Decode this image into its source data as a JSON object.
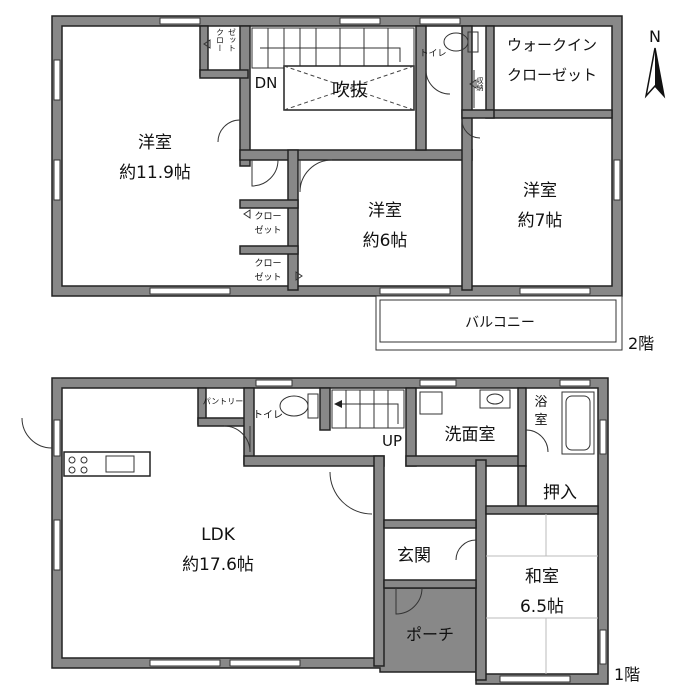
{
  "floor2": {
    "label": "2階",
    "rooms": {
      "western_large": {
        "name": "洋室",
        "size": "約11.9帖"
      },
      "western_mid": {
        "name": "洋室",
        "size": "約6帖"
      },
      "western_right": {
        "name": "洋室",
        "size": "約7帖"
      },
      "walk_in_closet": {
        "line1": "ウォークイン",
        "line2": "クローゼット"
      },
      "void": {
        "name": "吹抜"
      },
      "toilet": {
        "name": "トイレ"
      },
      "closet_small_a": {
        "line1": "クロー",
        "line2": "ゼット"
      },
      "closet_small_b": {
        "line1": "クロー",
        "line2": "ゼット"
      },
      "closet_vertical": {
        "col1": "クロー",
        "col2": "ゼット"
      },
      "storage": {
        "name": "収納"
      },
      "balcony": {
        "name": "バルコニー"
      }
    },
    "stairs_label": "DN"
  },
  "floor1": {
    "label": "1階",
    "rooms": {
      "ldk": {
        "name": "LDK",
        "size": "約17.6帖"
      },
      "pantry": {
        "name": "パントリー"
      },
      "toilet": {
        "name": "トイレ"
      },
      "washroom": {
        "name": "洗面室"
      },
      "bath": {
        "line1": "浴",
        "line2": "室"
      },
      "oshiire": {
        "name": "押入"
      },
      "entrance": {
        "name": "玄関"
      },
      "japanese": {
        "name": "和室",
        "size": "6.5帖"
      },
      "porch": {
        "name": "ポーチ"
      }
    },
    "stairs_label": "UP"
  },
  "compass": {
    "label": "N"
  }
}
